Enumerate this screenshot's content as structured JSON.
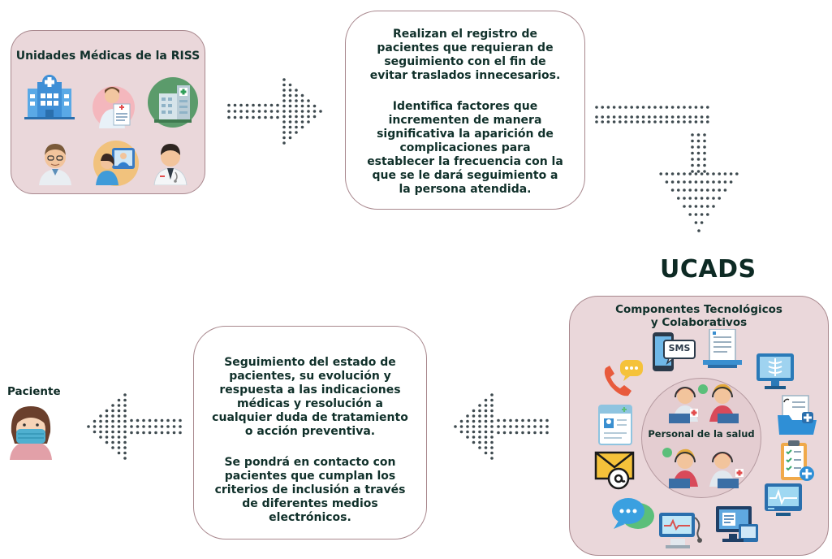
{
  "riss_box": {
    "title": "Unidades Médicas de la RISS"
  },
  "registro_box": {
    "paragraph1": "Realizan el registro de pacientes que requieran de seguimiento con el fin de evitar traslados innecesarios.",
    "paragraph2": "Identifica factores que incrementen de manera significativa la aparición de complicaciones para establecer la frecuencia con la que se le dará seguimiento a la persona atendida."
  },
  "ucads_label": "UCADS",
  "componentes_box": {
    "title": "Componentes Tecnológicos y Colaborativos",
    "center_label": "Personal de la salud",
    "sms_text": "SMS"
  },
  "seguimiento_box": {
    "paragraph1": "Seguimiento del estado de pacientes, su evolución y respuesta a las indicaciones médicas y resolución a cualquier duda de tratamiento o acción preventiva.",
    "paragraph2": "Se pondrá en contacto con pacientes que cumplan los criterios de inclusión a través de diferentes medios electrónicos."
  },
  "paciente_label": "Paciente",
  "icons": {
    "riss": [
      "hospital-icon",
      "doctor-with-chart-icon",
      "clinic-building-icon",
      "male-doctor-icon",
      "telemedicine-icon",
      "male-physician-icon"
    ],
    "componentes": [
      "phone-call-icon",
      "smartphone-sms-icon",
      "laptop-record-icon",
      "xray-monitor-icon",
      "medical-record-icon",
      "patient-folder-icon",
      "clipboard-checklist-icon",
      "email-icon",
      "chat-bubble-icon",
      "vital-signs-monitor-icon",
      "ecg-monitor-icon",
      "desktop-computer-icon",
      "call-center-operator-icon"
    ],
    "paciente": "masked-patient-icon"
  },
  "colors": {
    "box_rose": "#ead7da",
    "box_border": "#a8878d",
    "arrow_dots": "#3e4a4f",
    "text": "#10302a"
  }
}
